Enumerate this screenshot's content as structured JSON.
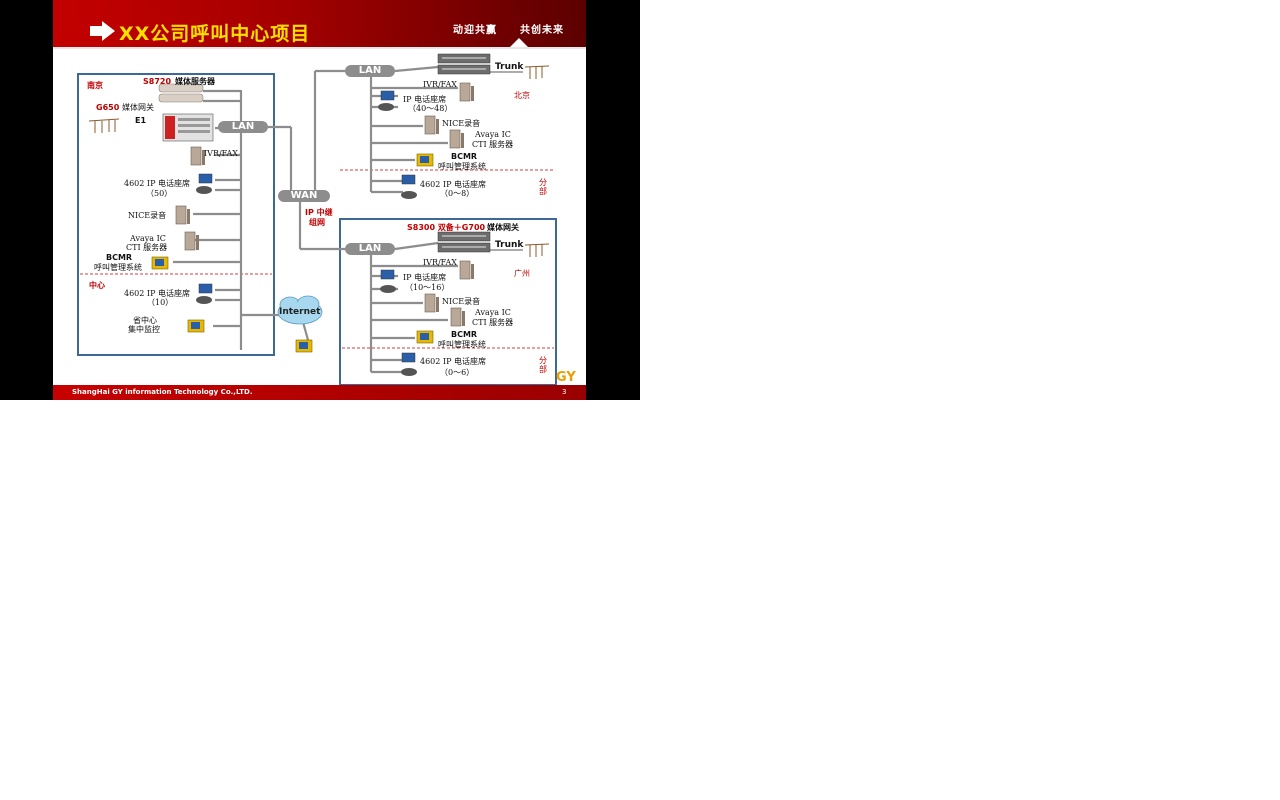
{
  "slide": {
    "title": "XX公司呼叫中心项目",
    "slogans": [
      "动迎共赢",
      "共创未来"
    ],
    "footer": "ShangHai GY information Technology Co.,LTD.",
    "page_number": "3",
    "logo_fragment": "GY"
  },
  "left_site": {
    "city": "南京",
    "media_server_model": "S8720",
    "media_server_label": "媒体服务器",
    "gateway_model": "G650",
    "gateway_label": "媒体网关",
    "e1": "E1",
    "lan": "LAN",
    "ivr": "IVR/FAX",
    "ip_seats_title": "4602 IP 电话座席",
    "ip_seats_count": "（50）",
    "nice": "NICE录音",
    "avaya_line1": "Avaya IC",
    "avaya_line2": "CTI 服务器",
    "bcmr_line1": "BCMR",
    "bcmr_line2": "呼叫管理系统",
    "center_label": "中心",
    "center_seats_title": "4602 IP 电话座席",
    "center_seats_count": "（10）",
    "monitor_line1": "省中心",
    "monitor_line2": "集中监控"
  },
  "core": {
    "wan": "WAN",
    "ip_trunk_line1": "IP 中继",
    "ip_trunk_line2": "组网",
    "internet": "Internet"
  },
  "beijing": {
    "lan": "LAN",
    "trunk": "Trunk",
    "city": "北京",
    "ivr": "IVR/FAX",
    "ip_seats_title": "IP 电话座席",
    "ip_seats_count": "（40～48）",
    "nice": "NICE录音",
    "avaya_line1": "Avaya IC",
    "avaya_line2": "CTI 服务器",
    "bcmr_line1": "BCMR",
    "bcmr_line2": "呼叫管理系统",
    "branch_seats_title": "4602 IP 电话座席",
    "branch_seats_count": "（0～8）",
    "branch_line1": "分",
    "branch_line2": "部"
  },
  "guangzhou": {
    "server_model": "S8300 双备＋G700",
    "server_label": "媒体网关",
    "lan": "LAN",
    "trunk": "Trunk",
    "city": "广州",
    "ivr": "IVR/FAX",
    "ip_seats_title": "IP 电话座席",
    "ip_seats_count": "（10～16）",
    "nice": "NICE录音",
    "avaya_line1": "Avaya IC",
    "avaya_line2": "CTI 服务器",
    "bcmr_line1": "BCMR",
    "bcmr_line2": "呼叫管理系统",
    "branch_seats_title": "4602 IP 电话座席",
    "branch_seats_count": "（0～6）",
    "branch_line1": "分",
    "branch_line2": "部"
  },
  "colors": {
    "header_red": "#c40000",
    "title_yellow": "#ffe000",
    "box_blue": "#3d6a95",
    "line_gray": "#8d8d8d",
    "accent_red": "#c00000"
  }
}
